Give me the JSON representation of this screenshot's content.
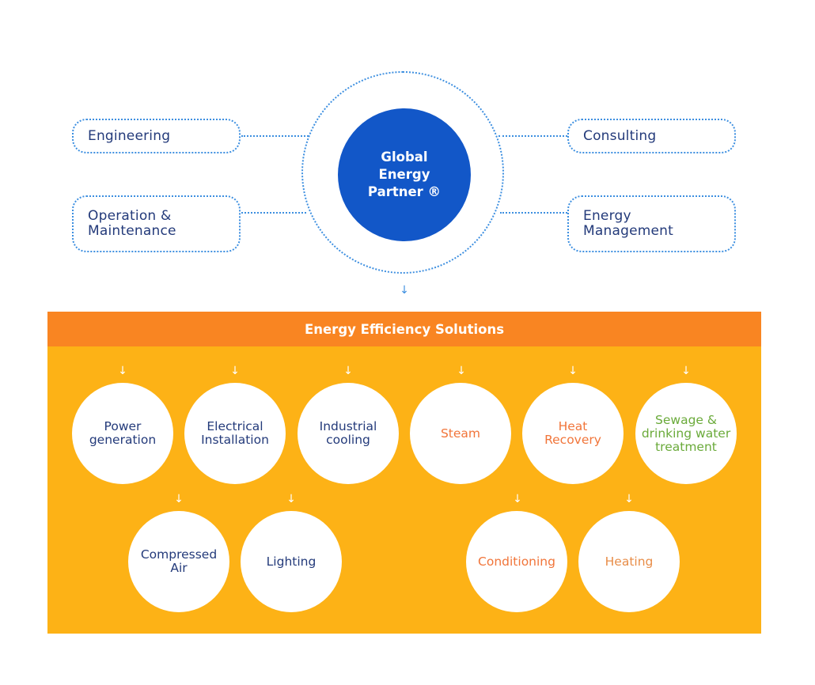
{
  "hub": {
    "label": "Global\nEnergy\nPartner ®"
  },
  "services": [
    {
      "label": "Engineering"
    },
    {
      "label": "Operation &\nMaintenance"
    },
    {
      "label": "Consulting"
    },
    {
      "label": "Energy\nManagement"
    }
  ],
  "panel": {
    "title": "Energy Efficiency Solutions"
  },
  "solutions": [
    {
      "label": "Power\ngeneration",
      "color": "#233a7a"
    },
    {
      "label": "Electrical\nInstallation",
      "color": "#233a7a"
    },
    {
      "label": "Industrial\ncooling",
      "color": "#233a7a"
    },
    {
      "label": "Steam",
      "color": "#f1753a"
    },
    {
      "label": "Heat\nRecovery",
      "color": "#f1753a"
    },
    {
      "label": "Sewage &\ndrinking water\ntreatment",
      "color": "#6aaa3a"
    },
    {
      "label": "Compressed\nAir",
      "color": "#233a7a"
    },
    {
      "label": "Lighting",
      "color": "#233a7a"
    },
    {
      "label": "Conditioning",
      "color": "#f1753a"
    },
    {
      "label": "Heating",
      "color": "#e88d48"
    }
  ],
  "arrow_glyph": "↓"
}
